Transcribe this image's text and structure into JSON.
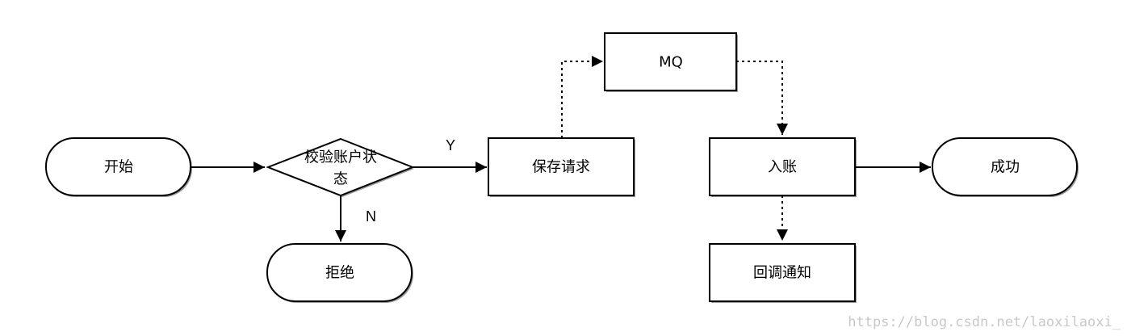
{
  "nodes": {
    "start": "开始",
    "check_status_line1": "校验账户状",
    "check_status_line2": "态",
    "reject": "拒绝",
    "save_request": "保存请求",
    "mq": "MQ",
    "post_entry": "入账",
    "success": "成功",
    "callback_notify": "回调通知"
  },
  "edge_labels": {
    "yes": "Y",
    "no": "N"
  },
  "watermark": "https://blog.csdn.net/laoxilaoxi_",
  "colors": {
    "stroke": "#000000",
    "shadow": "#9a9a9a",
    "background": "#ffffff",
    "watermark": "#c9c9c9"
  }
}
